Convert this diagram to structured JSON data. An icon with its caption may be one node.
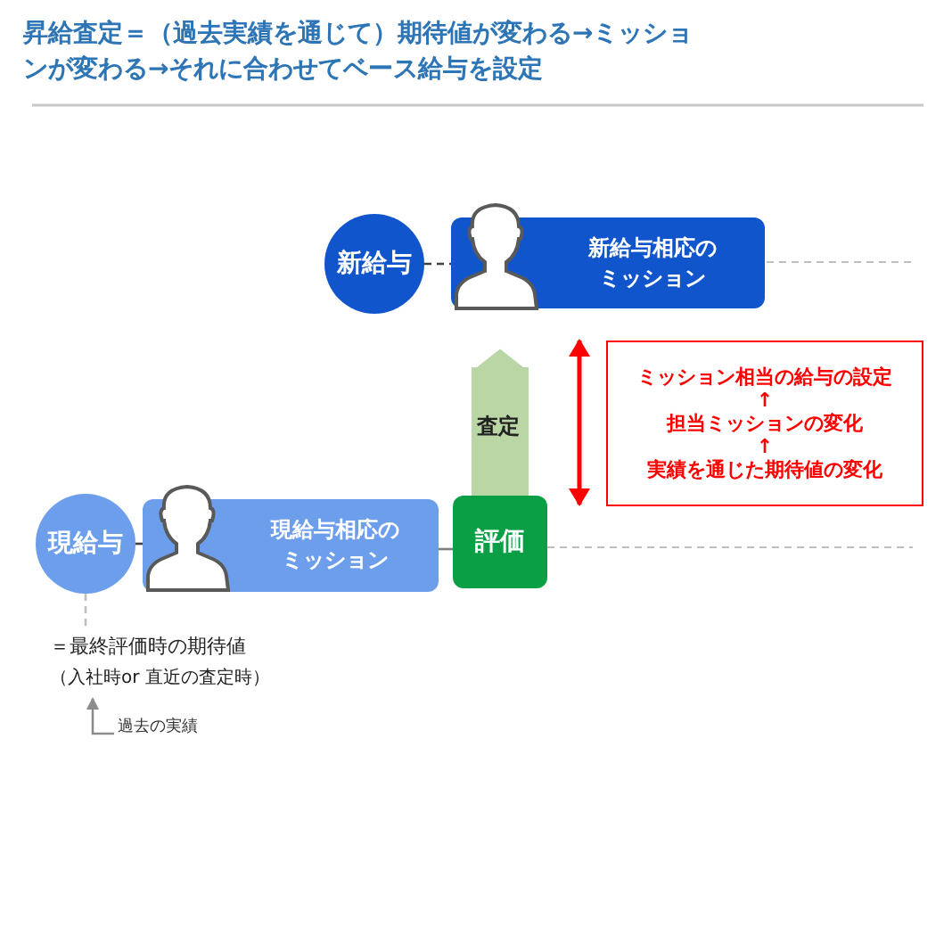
{
  "diagram": {
    "title": "昇給査定＝（過去実績を通じて）期待値が変わる→ミッションが変わる→それに合わせてベース給与を設定",
    "nodes": [
      {
        "text": [
          "新給与"
        ]
      },
      {
        "text": [
          "新給与相応のミッション"
        ]
      },
      {
        "text": [
          "現給与"
        ]
      },
      {
        "text": [
          "現給与相応のミッション"
        ]
      },
      {
        "text": [
          "評価"
        ]
      },
      {
        "text": [
          "ミッション相当の給与の設定",
          "↑",
          "担当ミッションの変化",
          "↑",
          "実績を通じた期待値の変化"
        ]
      },
      {
        "text": [
          "＝最終評価時の期待値",
          "（入社時or 直近の査定時）"
        ]
      },
      {
        "text": [
          "過去の実績"
        ]
      }
    ],
    "edges": [
      {
        "from": 0,
        "to": 1,
        "arrow": "none",
        "style": "dashed"
      },
      {
        "from": 2,
        "to": 3,
        "arrow": "none",
        "style": "dashed"
      },
      {
        "from": 3,
        "to": 4,
        "arrow": "none",
        "color": "#7f7f7f"
      },
      {
        "from": 4,
        "to": 1,
        "arrow": "to",
        "label": "査定",
        "style": "thick",
        "color": "#b9d6a4"
      },
      {
        "from": 2,
        "to": 6,
        "arrow": "none",
        "style": "dashed",
        "color": "#bfbfbf"
      },
      {
        "from": 7,
        "to": 6,
        "arrow": "to",
        "color": "#8c8c8c"
      },
      {
        "from": 1,
        "to": 4,
        "arrow": "both",
        "color": "#ff0000"
      }
    ]
  }
}
